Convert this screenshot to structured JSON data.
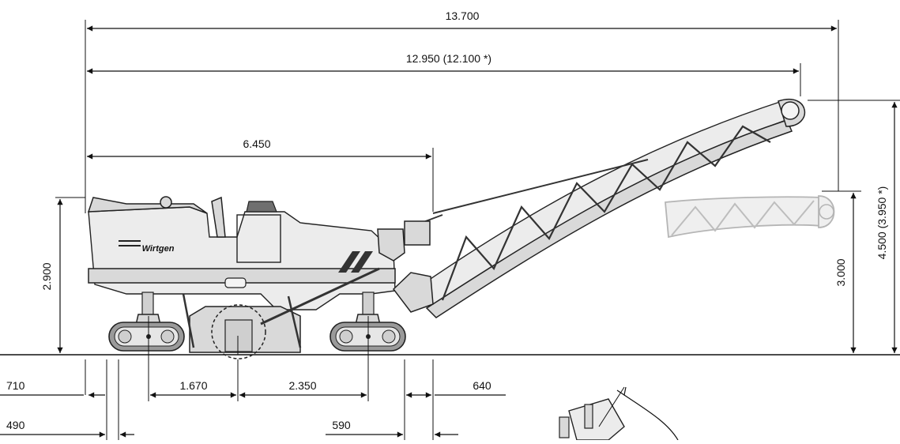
{
  "dimensions": {
    "overall_length": "13.700",
    "length_with_conveyor": "12.950  (12.100 *)",
    "machine_length": "6.450",
    "machine_height": "2.900",
    "discharge_height_low": "3.000",
    "discharge_height_high": "4.500  (3.950 *)",
    "front_overhang": "710",
    "wheelbase_front": "1.670",
    "wheelbase_rear": "2.350",
    "rear_overhang": "640",
    "front_track_offset": "490",
    "rear_track_offset": "590"
  },
  "machine": {
    "brand_logo_text": "Wirtgen"
  },
  "colors": {
    "line": "#111111",
    "body": "#d9d9d9",
    "ghost": "#b5b5b5"
  }
}
